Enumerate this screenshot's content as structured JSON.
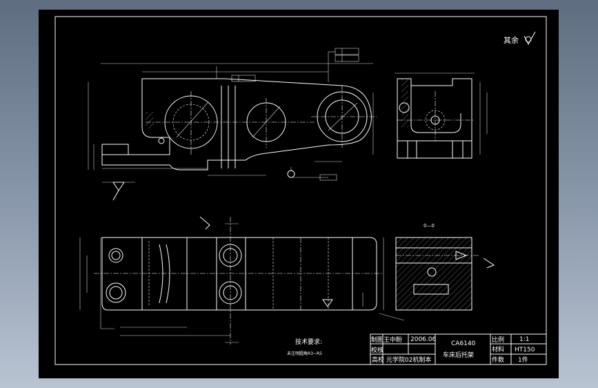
{
  "drawing": {
    "surface_roughness_note": "其余",
    "section_label": "0—0",
    "tech_requirements_title": "技术要求:",
    "tech_requirements_item": "未注明圆角R3~R5"
  },
  "title_block": {
    "drawn_label": "制图",
    "drawn_name": "王中盼",
    "date": "2006.06",
    "checked_label": "校核",
    "school": "高校 元学院02机制本",
    "part_code": "CA6140",
    "part_name": "车床后托架",
    "scale_label": "比例",
    "scale_value": "1:1",
    "material_label": "材料",
    "material_value": "HT150",
    "quantity_label": "件数",
    "quantity_value": "1件"
  },
  "colors": {
    "background": "#000000",
    "lines": "#ffffff"
  }
}
